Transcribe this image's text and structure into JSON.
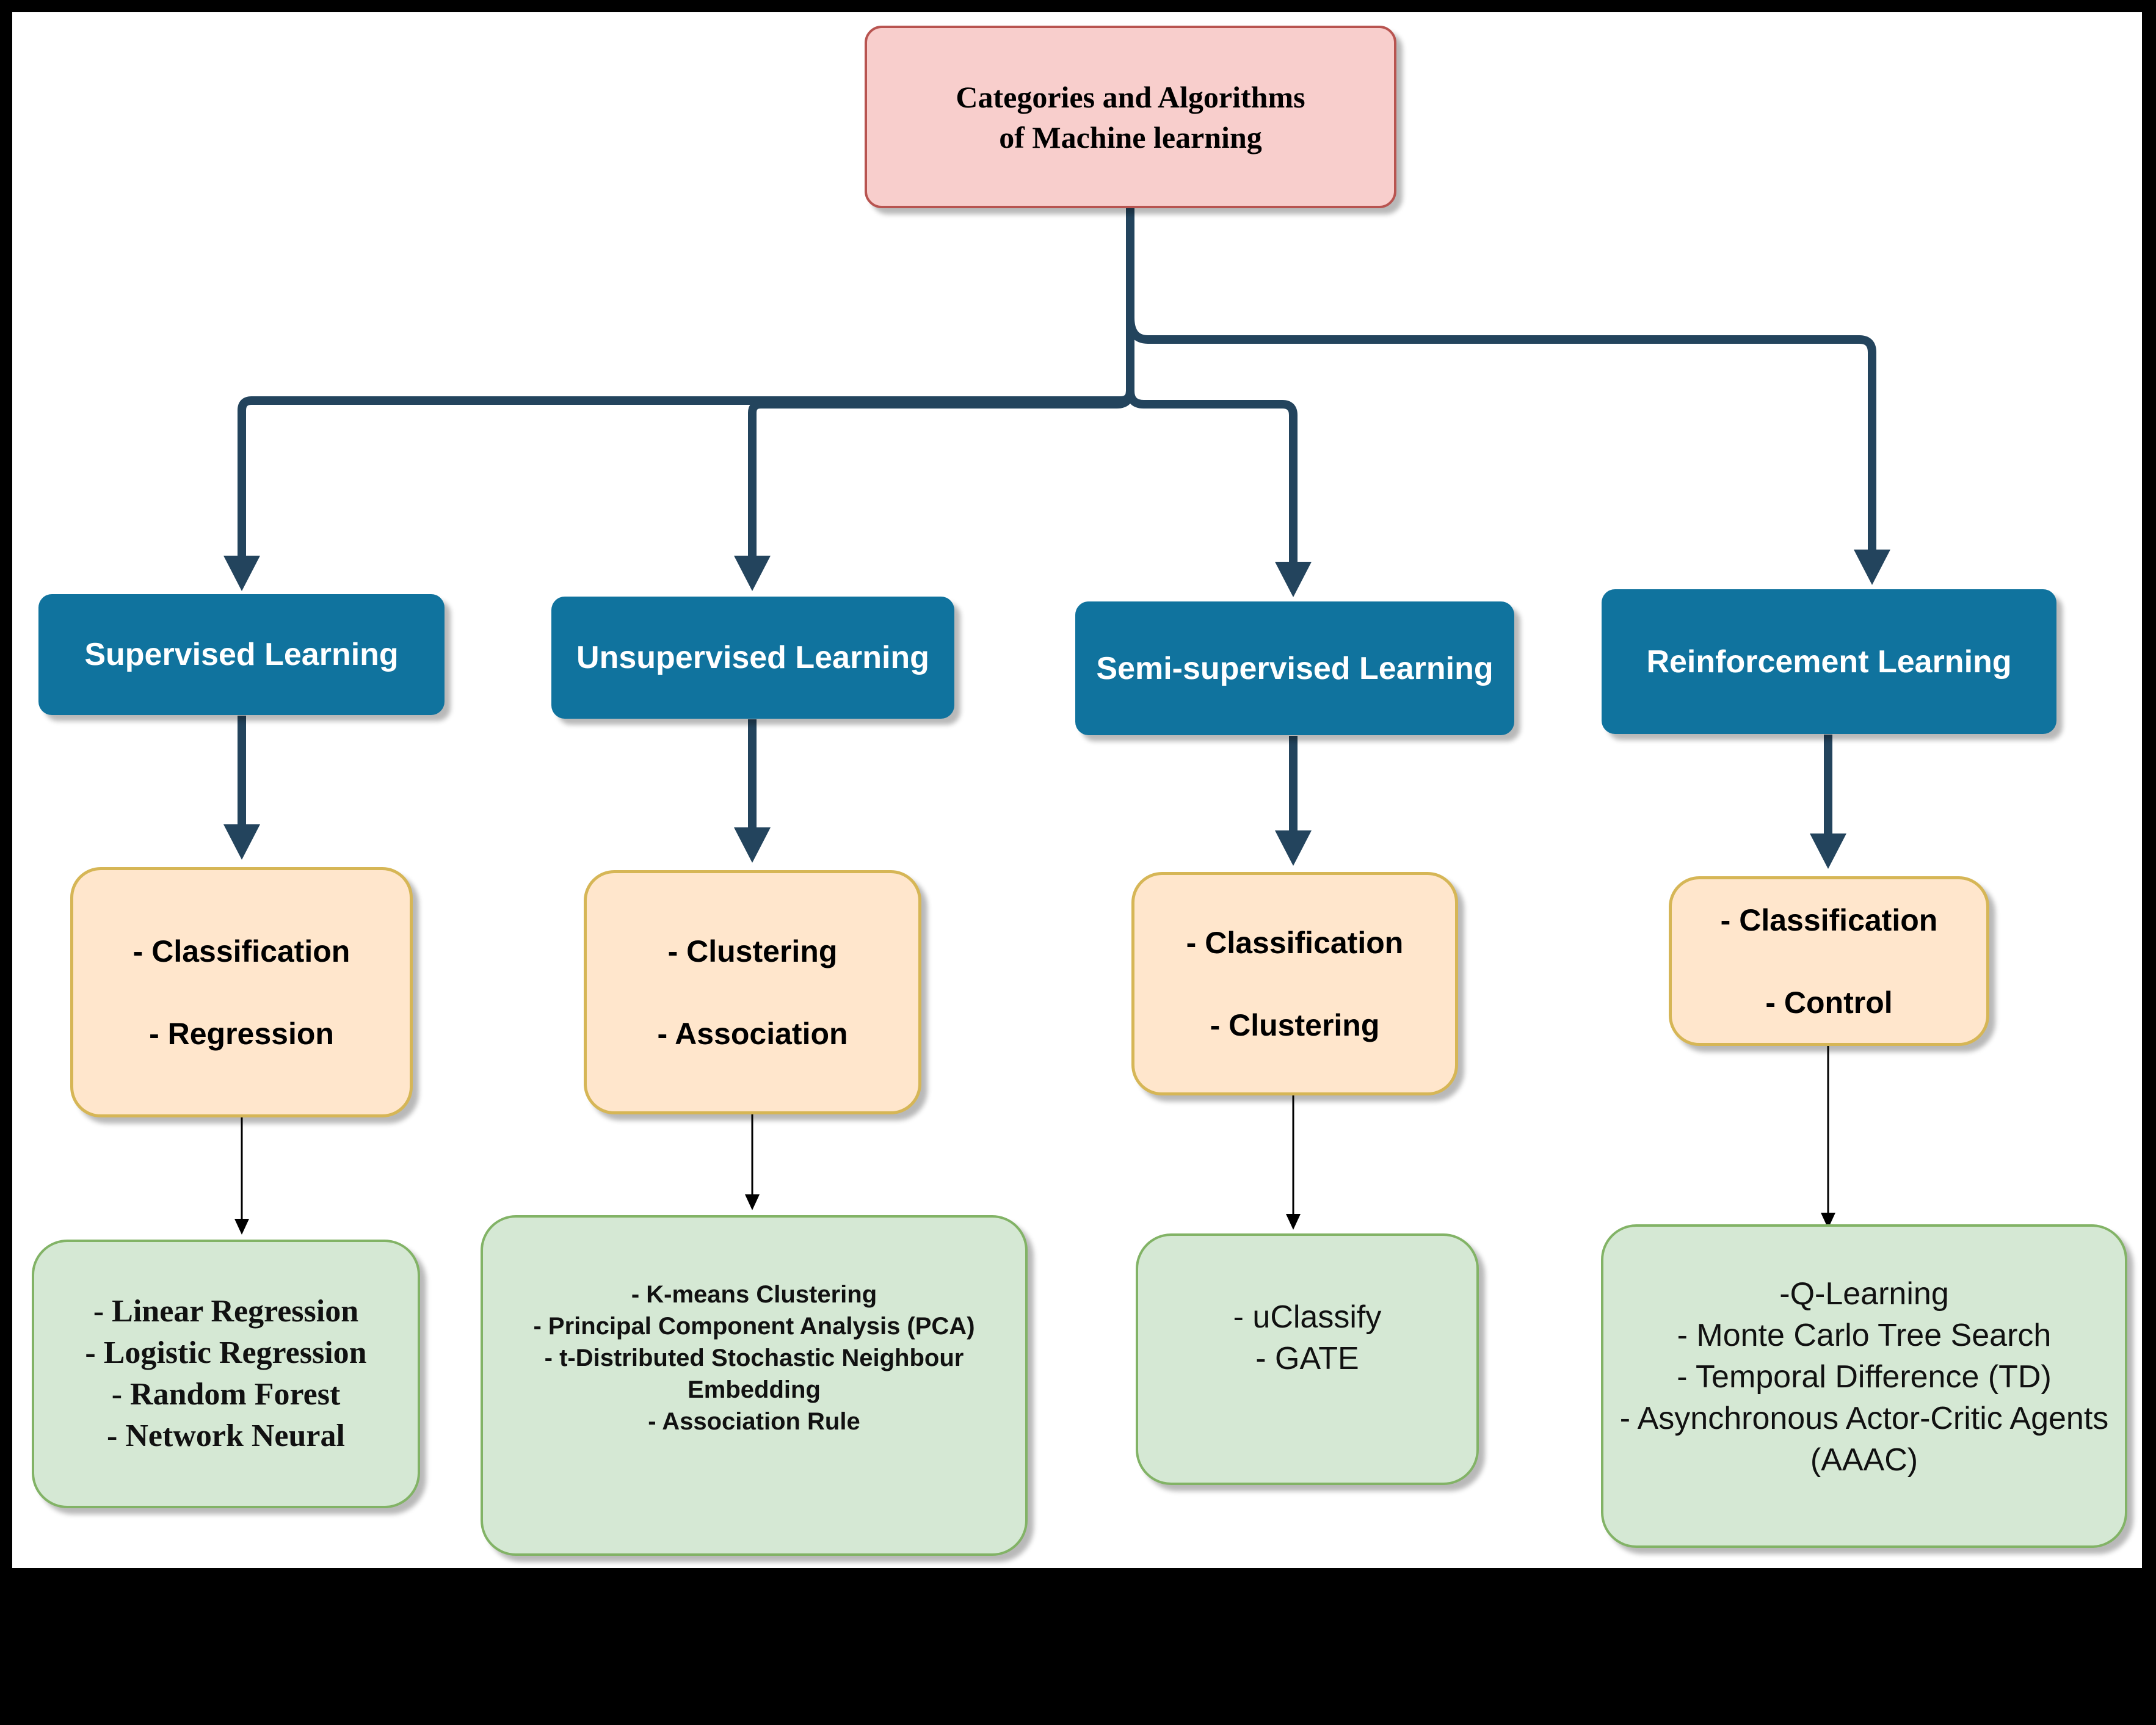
{
  "diagram": {
    "root": {
      "line1": "Categories and Algorithms",
      "line2": "of Machine learning"
    },
    "categories": [
      {
        "title": "Supervised Learning",
        "tasks": [
          "- Classification",
          "- Regression"
        ],
        "algorithms": [
          "- Linear Regression",
          "- Logistic Regression",
          "- Random Forest",
          "- Network Neural"
        ]
      },
      {
        "title": "Unsupervised Learning",
        "tasks": [
          "- Clustering",
          "- Association"
        ],
        "algorithms": [
          "- K-means Clustering",
          "- Principal Component Analysis (PCA)",
          "- t-Distributed Stochastic Neighbour",
          "Embedding",
          "- Association Rule"
        ]
      },
      {
        "title": "Semi-supervised Learning",
        "tasks": [
          "- Classification",
          "- Clustering"
        ],
        "algorithms": [
          "- uClassify",
          "- GATE"
        ]
      },
      {
        "title": "Reinforcement Learning",
        "tasks": [
          "- Classification",
          "- Control"
        ],
        "algorithms": [
          "-Q-Learning",
          "- Monte Carlo Tree Search",
          "- Temporal Difference (TD)",
          "- Asynchronous Actor-Critic Agents",
          "(AAAC)"
        ]
      }
    ],
    "colors": {
      "root_fill": "#f8cecc",
      "category_fill": "#10739e",
      "task_fill": "#ffe6cc",
      "algorithm_fill": "#d5e8d4",
      "connector": "#23445d"
    }
  }
}
